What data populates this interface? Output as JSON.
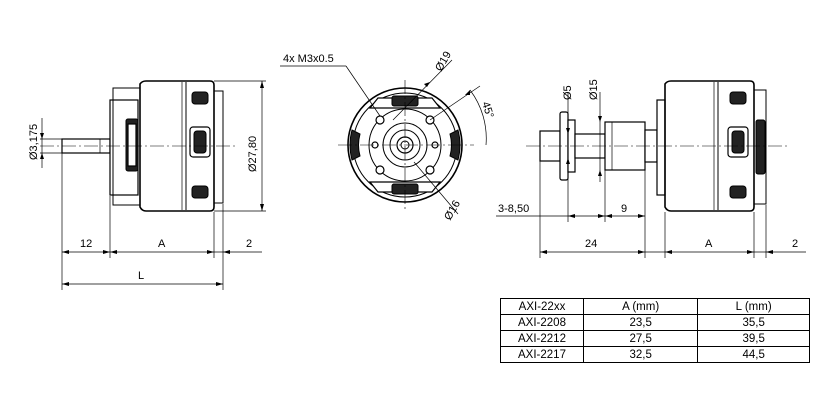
{
  "side_view": {
    "shaft_diameter": "Ø3,175",
    "body_diameter": "Ø27,80",
    "dim_shaft_length": "12",
    "dim_a": "A",
    "dim_end": "2",
    "dim_total": "L"
  },
  "front_view": {
    "screw_callout": "4x M3x0.5",
    "outer_diameter": "Ø19",
    "inner_diameter": "Ø16",
    "angle": "45°"
  },
  "adapter_view": {
    "small_diameter": "Ø5",
    "large_diameter": "Ø15",
    "dim_range": "3-8,50",
    "dim_nine": "9",
    "dim_total": "24",
    "dim_a": "A",
    "dim_end": "2"
  },
  "table": {
    "headers": [
      "AXI-22xx",
      "A (mm)",
      "L (mm)"
    ],
    "rows": [
      [
        "AXI-2208",
        "23,5",
        "35,5"
      ],
      [
        "AXI-2212",
        "27,5",
        "39,5"
      ],
      [
        "AXI-2217",
        "32,5",
        "44,5"
      ]
    ]
  }
}
